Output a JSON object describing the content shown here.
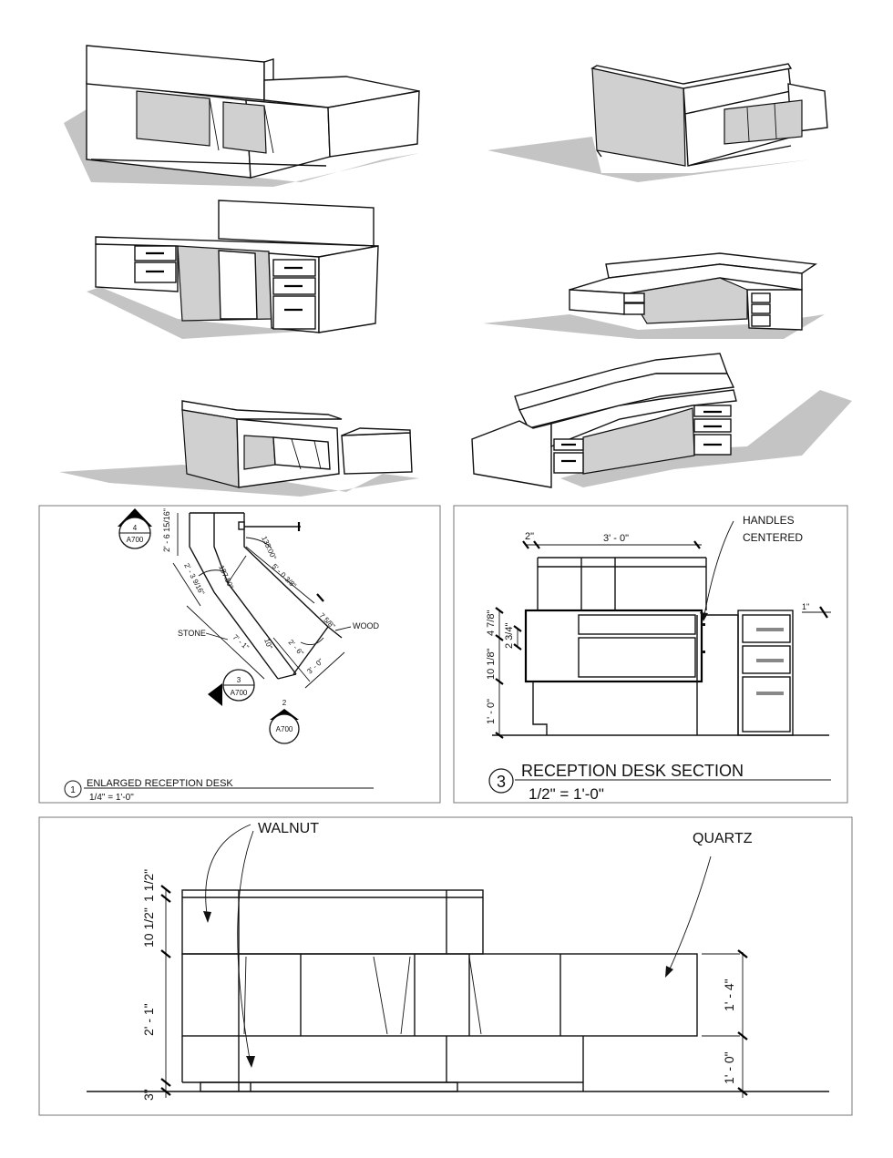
{
  "colors": {
    "ink": "#111111",
    "shadow": "#c4c4c4",
    "shade": "#d0d0d0",
    "frame": "#777777"
  },
  "plan": {
    "detail_number": "1",
    "title": "ENLARGED RECEPTION DESK",
    "scale": "1/4\" = 1'-0\"",
    "materials": {
      "stone": "STONE",
      "wood": "WOOD"
    },
    "callouts": [
      {
        "number": "4",
        "sheet": "A700"
      },
      {
        "number": "3",
        "sheet": "A700"
      },
      {
        "number": "2",
        "sheet": "A700"
      }
    ],
    "dims": [
      "2' - 6 15/16\"",
      "135.00°",
      "2' - 3 9/16\"",
      "157.50°",
      "5' - 0 3/8\"",
      "7 5/8\"",
      "7' - 1\"",
      "10\"",
      "2' - 6\"",
      "3' - 0\""
    ]
  },
  "section": {
    "detail_number": "3",
    "title": "RECEPTION DESK SECTION",
    "scale": "1/2\" = 1'-0\"",
    "note": [
      "HANDLES",
      "CENTERED"
    ],
    "dims": [
      "2\"",
      "3' - 0\"",
      "4 7/8\"",
      "2 3/4\"",
      "10 1/8\"",
      "1' - 0\"",
      "1\""
    ]
  },
  "elevation": {
    "labels": {
      "walnut": "WALNUT",
      "quartz": "QUARTZ"
    },
    "dims": [
      "1 1/2\"",
      "10 1/2\"",
      "2' - 1\"",
      "3\"",
      "1' - 4\"",
      "1' - 0\""
    ]
  }
}
